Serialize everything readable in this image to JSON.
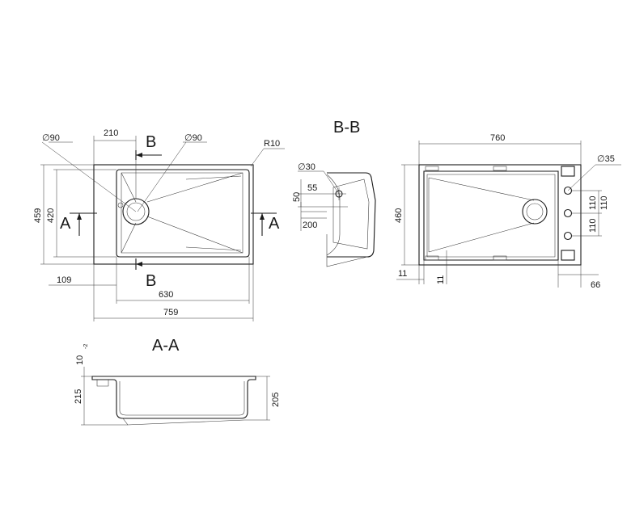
{
  "views": {
    "top": {
      "dim_hole_left": "∅90",
      "dim_210": "210",
      "dim_hole_right": "∅90",
      "dim_r10": "R10",
      "dim_459": "459",
      "dim_420": "420",
      "dim_109": "109",
      "dim_630": "630",
      "dim_759": "759",
      "section_b_top": "B",
      "section_b_bottom": "B",
      "section_a_left": "A",
      "section_a_right": "A"
    },
    "section_bb": {
      "title": "B-B",
      "dim_hole": "∅30",
      "dim_50": "50",
      "dim_55": "55",
      "dim_200": "200"
    },
    "bottom": {
      "dim_760": "760",
      "dim_hole": "∅35",
      "dim_460": "460",
      "dim_110_a": "110",
      "dim_110_b": "110",
      "dim_110_c": "110",
      "dim_11_a": "11",
      "dim_11_b": "11",
      "dim_66": "66"
    },
    "section_aa": {
      "title": "A-A",
      "dim_10": "10",
      "dim_10_sub": "-2",
      "dim_215": "215",
      "dim_205": "205"
    }
  }
}
